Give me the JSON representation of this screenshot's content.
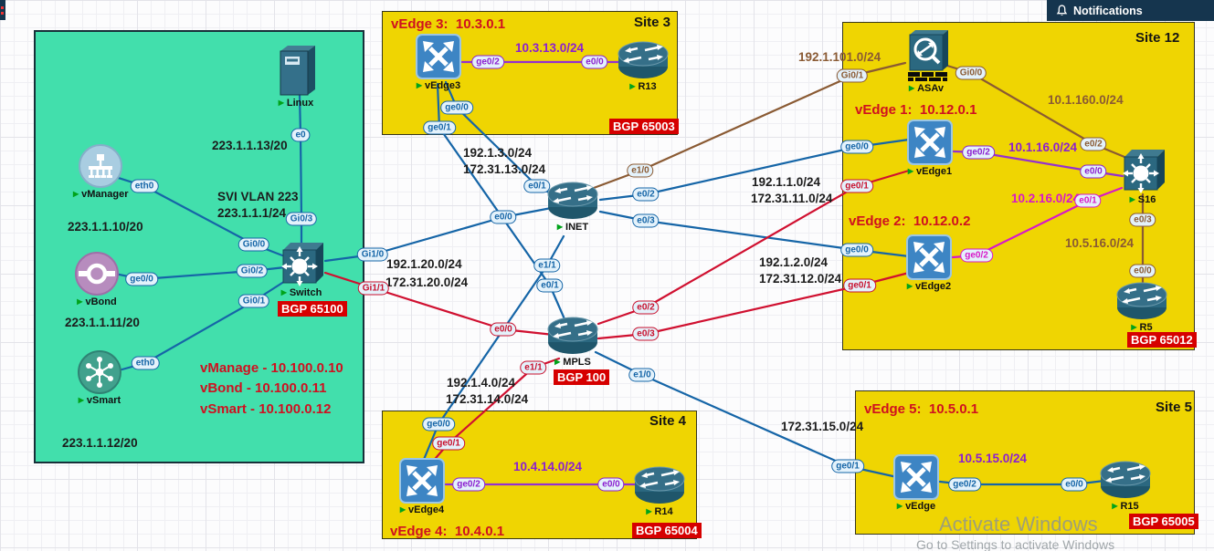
{
  "notifications": {
    "label": "Notifications"
  },
  "watermark": {
    "line1": "Activate Windows",
    "line2": "Go to Settings to activate Windows"
  },
  "icons": {
    "running": "▶"
  },
  "nodes": {
    "linux": "Linux",
    "vmanager": "vManager",
    "vbond": "vBond",
    "vsmart": "vSmart",
    "switch": "Switch",
    "vedge3": "vEdge3",
    "r13": "R13",
    "inet": "INET",
    "mpls": "MPLS",
    "vedge4": "vEdge4",
    "r14": "R14",
    "vedge5": "vEdge",
    "r15": "R15",
    "asav": "ASAv",
    "vedge1": "vEdge1",
    "vedge2": "vEdge2",
    "s16": "S16",
    "r5": "R5"
  },
  "ports": {
    "e0": "e0",
    "eth0": "eth0",
    "ge00": "ge0/0",
    "ge01": "ge0/1",
    "ge02": "ge0/2",
    "gi00": "Gi0/0",
    "gi01": "Gi0/1",
    "gi02": "Gi0/2",
    "gi03": "Gi0/3",
    "gi10": "Gi1/0",
    "gi11": "Gi1/1",
    "e00": "e0/0",
    "e01": "e0/1",
    "e02": "e0/2",
    "e03": "e0/3",
    "e10": "e1/0",
    "e11": "e1/1"
  },
  "controllers": {
    "bgp": "BGP 65100",
    "svi_line1": "SVI VLAN 223",
    "svi_line2": "223.1.1.1/24",
    "vmanager_ip": "223.1.1.10/20",
    "vbond_ip": "223.1.1.11/20",
    "vsmart_ip": "223.1.1.12/20",
    "linux_ip": "223.1.1.13/20",
    "sys1": "vManage - 10.100.0.10",
    "sys2": "vBond - 10.100.0.11",
    "sys3": "vSmart - 10.100.0.12"
  },
  "core": {
    "mpls_bgp": "BGP 100"
  },
  "sites": {
    "site3": {
      "title": "Site 3",
      "header": "vEdge 3:  10.3.0.1",
      "bgp": "BGP 65003"
    },
    "site4": {
      "title": "Site 4",
      "header": "vEdge 4:  10.4.0.1",
      "bgp": "BGP 65004"
    },
    "site5": {
      "title": "Site 5",
      "header": "vEdge 5:  10.5.0.1",
      "bgp": "BGP 65005"
    },
    "site12": {
      "title": "Site 12",
      "header_vedge1": "vEdge 1:  10.12.0.1",
      "header_vedge2": "vEdge 2:  10.12.0.2",
      "bgp": "BGP 65012"
    }
  },
  "links": {
    "sw_inet": "192.1.20.0/24",
    "sw_mpls": "172.31.20.0/24",
    "v3_inet": "192.1.3.0/24",
    "v3_mpls": "172.31.13.0/24",
    "v1_inet": "192.1.1.0/24",
    "v1_mpls": "172.31.11.0/24",
    "v2_inet": "192.1.2.0/24",
    "v2_mpls": "172.31.12.0/24",
    "v4_inet": "192.1.4.0/24",
    "v4_mpls": "172.31.14.0/24",
    "v5_mpls": "172.31.15.0/24",
    "inet_asav": "192.1.101.0/24",
    "asav_s16": "10.1.160.0/24",
    "v3_r13": "10.3.13.0/24",
    "v4_r14": "10.4.14.0/24",
    "v5_r15": "10.5.15.0/24",
    "v1_s16": "10.1.16.0/24",
    "v2_s16": "10.2.16.0/24",
    "s16_r5": "10.5.16.0/24"
  },
  "colors": {
    "internet_link": "#1565a7",
    "mpls_link": "#d01030",
    "lan_link": "#9430d0",
    "lan2_link": "#d818c8",
    "dmz_link": "#8a5a33",
    "site_fill": "#efd502",
    "controllers_fill": "#42dfac",
    "badge_bg": "#d60000",
    "header_red": "#cf1020",
    "notif_bg": "#15354e"
  }
}
